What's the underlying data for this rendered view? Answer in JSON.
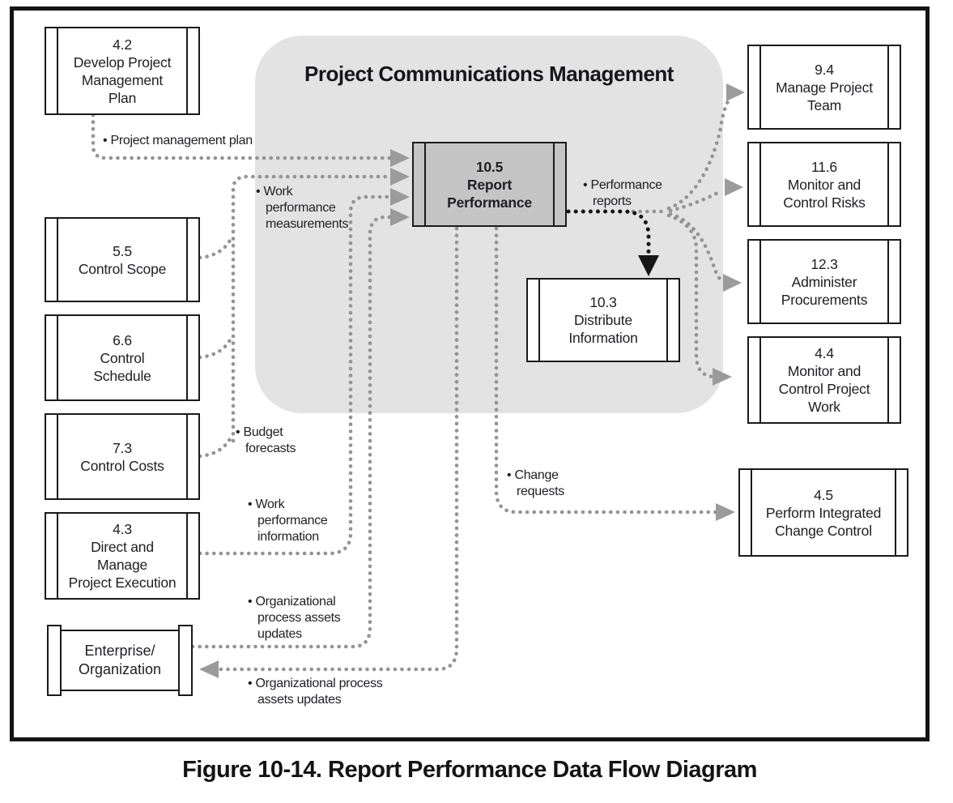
{
  "figure": {
    "title": "Project Communications Management",
    "caption": "Figure 10-14. Report Performance Data Flow Diagram"
  },
  "processes": {
    "develop_pm_plan": "4.2\nDevelop Project\nManagement\nPlan",
    "control_scope": "5.5\nControl Scope",
    "control_schedule": "6.6\nControl\nSchedule",
    "control_costs": "7.3\nControl Costs",
    "direct_manage_execution": "4.3\nDirect and\nManage\nProject Execution",
    "enterprise_organization": "Enterprise/\nOrganization",
    "report_performance": "10.5\nReport\nPerformance",
    "distribute_information": "10.3\nDistribute\nInformation",
    "manage_project_team": "9.4\nManage Project\nTeam",
    "monitor_control_risks": "11.6\nMonitor and\nControl Risks",
    "administer_procurements": "12.3\nAdminister\nProcurements",
    "monitor_control_project_work": "4.4\nMonitor and\nControl Project\nWork",
    "perform_integrated_change_control": "4.5\nPerform Integrated\nChange Control"
  },
  "flows": {
    "project_management_plan": "• Project management plan",
    "work_performance_measurements": "• Work\nperformance\nmeasurements",
    "budget_forecasts": "• Budget\nforecasts",
    "work_performance_information": "• Work\nperformance\ninformation",
    "organizational_process_assets_updates_in": "• Organizational\nprocess assets\nupdates",
    "organizational_process_assets_updates_out": "• Organizational process\nassets updates",
    "performance_reports": "• Performance\nreports",
    "change_requests": "• Change\nrequests"
  },
  "colors": {
    "container_fill": "#e3e3e3",
    "highlight_process_fill": "#c5c5c5",
    "box_fill": "#ffffff",
    "dotted_line_gray": "#949494",
    "dotted_line_black": "#161616",
    "border_black": "#141414",
    "text": "#1e1e24"
  }
}
